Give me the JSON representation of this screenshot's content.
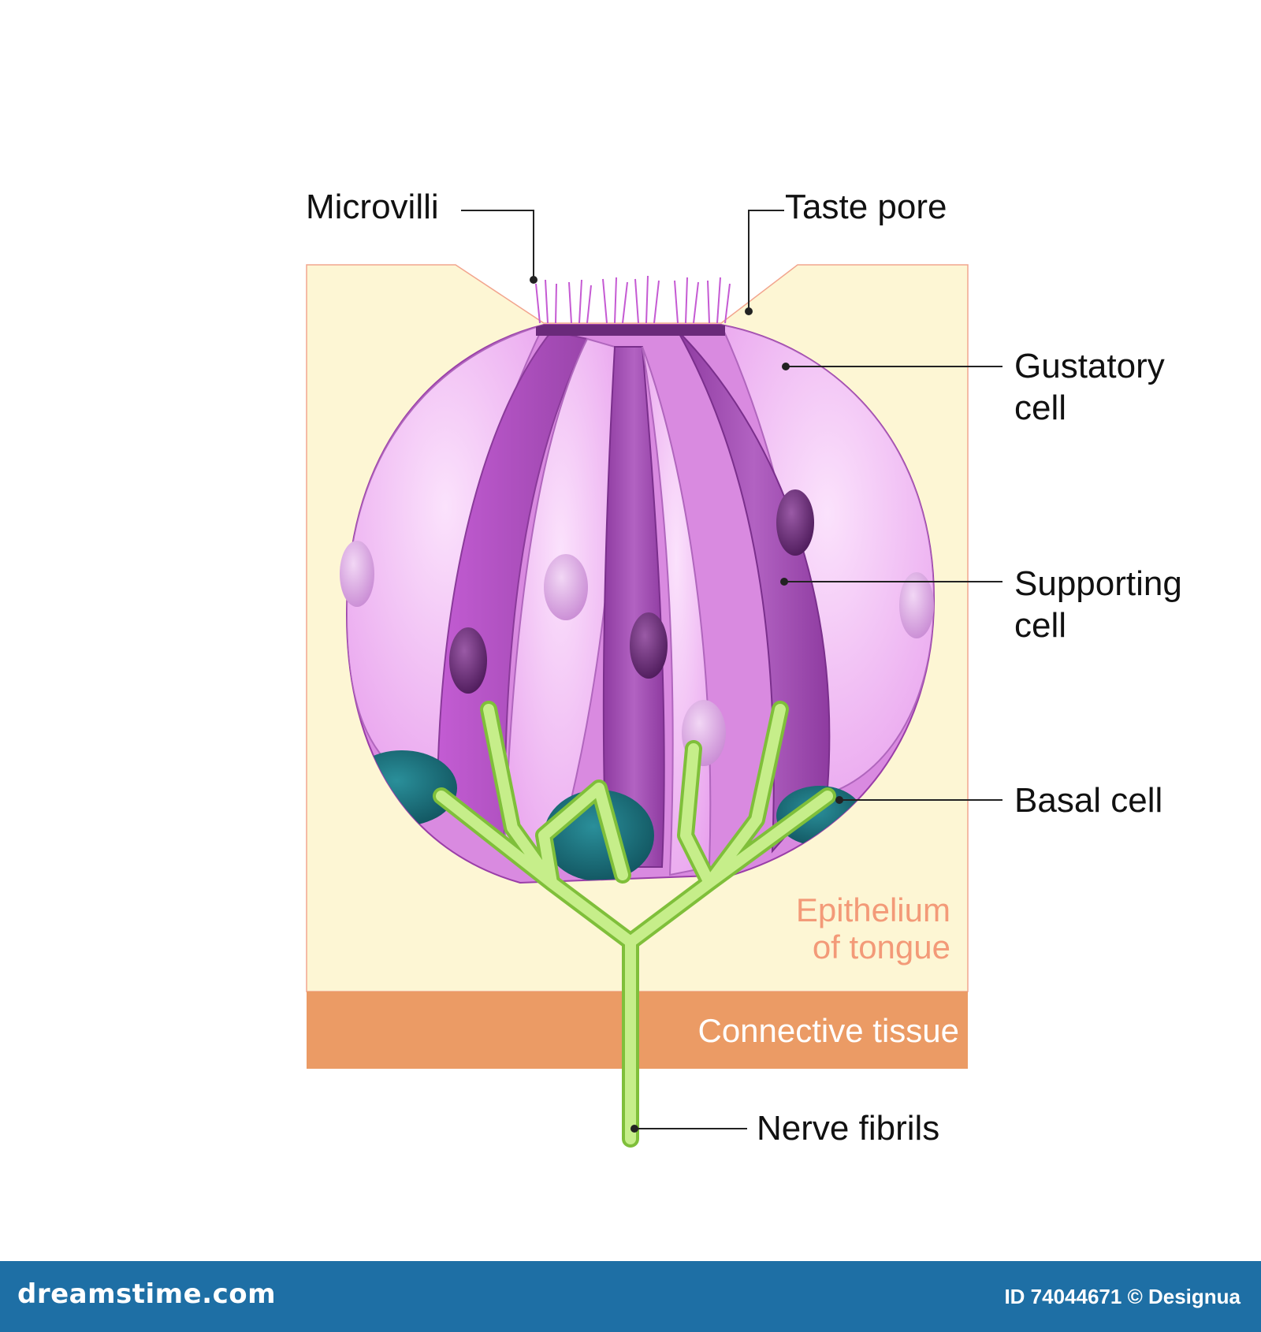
{
  "labels": {
    "microvilli": "Microvilli",
    "taste_pore": "Taste pore",
    "gustatory_cell_line1": "Gustatory",
    "gustatory_cell_line2": "cell",
    "supporting_cell_line1": "Supporting",
    "supporting_cell_line2": "cell",
    "basal_cell": "Basal cell",
    "epithelium_line1": "Epithelium",
    "epithelium_line2": "of tongue",
    "connective_tissue": "Connective tissue",
    "nerve_fibrils": "Nerve fibrils"
  },
  "footer": {
    "brand": "dreamstime.com",
    "credit": "ID 74044671 © Designua"
  },
  "colors": {
    "epithelium": "#fdf6d4",
    "connective_tissue": "#eb9b65",
    "gustatory_cell": "#a654b4",
    "supporting_cell": "#f2b6f5",
    "basal_cell": "#1b6f7a",
    "nerve": "#a8e05a",
    "region_text": "#f39a78",
    "footer": "#1e6fa5"
  }
}
